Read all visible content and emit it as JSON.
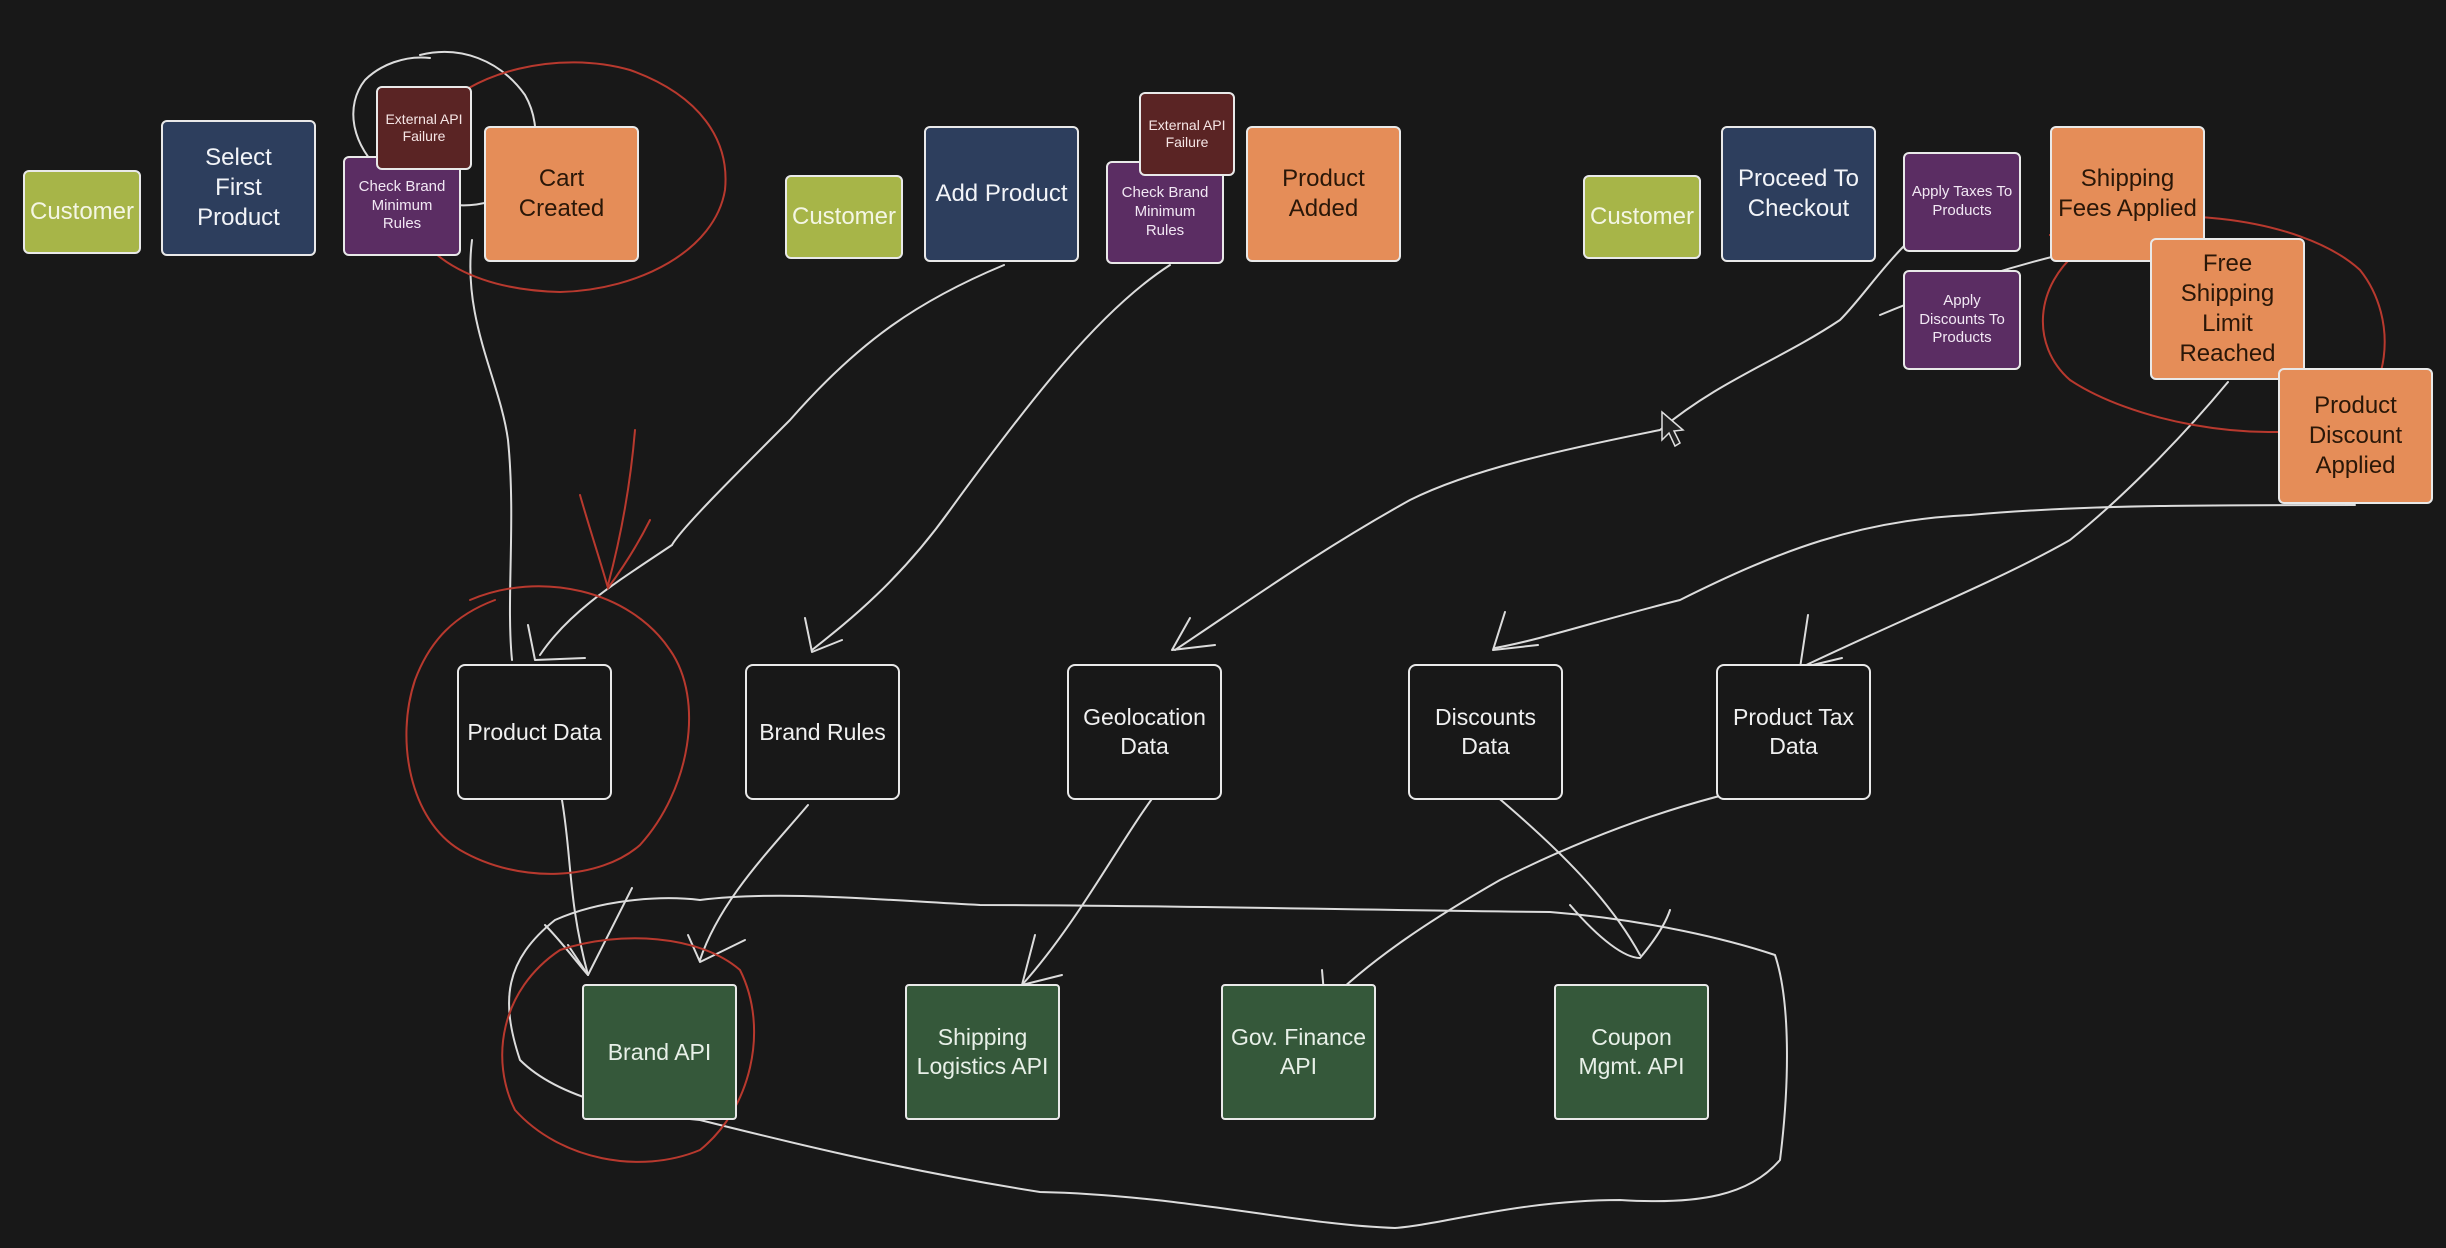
{
  "colors": {
    "background": "#181818",
    "actor": "#a7b548",
    "command": "#2d3e5d",
    "policy": "#5b2d63",
    "failure": "#5a2424",
    "event": "#e58d58",
    "external_system": "#35583a",
    "ink": "#dcdcdc",
    "red_ink": "#b8392e"
  },
  "flow1": {
    "actor": "Customer",
    "command": "Select\nFirst\nProduct",
    "policy": "Check Brand\nMinimum Rules",
    "failure": "External API\nFailure",
    "event": "Cart\nCreated"
  },
  "flow2": {
    "actor": "Customer",
    "command": "Add Product",
    "policy": "Check Brand\nMinimum Rules",
    "failure": "External API\nFailure",
    "event": "Product\nAdded"
  },
  "flow3": {
    "actor": "Customer",
    "command": "Proceed To\nCheckout",
    "policy_taxes": "Apply Taxes To\nProducts",
    "policy_discounts": "Apply\nDiscounts To\nProducts",
    "event_shipping": "Shipping\nFees Applied",
    "event_free_shipping": "Free\nShipping\nLimit\nReached",
    "event_discount": "Product\nDiscount\nApplied"
  },
  "read_models": {
    "product_data": "Product Data",
    "brand_rules": "Brand Rules",
    "geolocation_data": "Geolocation\nData",
    "discounts_data": "Discounts\nData",
    "product_tax_data": "Product Tax\nData"
  },
  "external_systems": {
    "brand_api": "Brand API",
    "shipping_logistics_api": "Shipping\nLogistics API",
    "gov_finance_api": "Gov. Finance\nAPI",
    "coupon_mgmt_api": "Coupon\nMgmt. API"
  },
  "cursor_icon": "mouse-pointer-icon"
}
